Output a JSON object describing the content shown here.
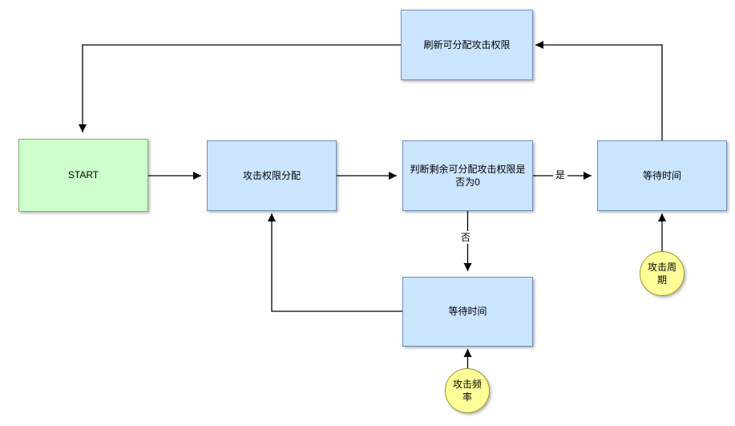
{
  "diagram": {
    "title": "attack-permission-allocation-flowchart",
    "nodes": {
      "refresh": {
        "label": "刷新可分配攻击权限"
      },
      "start": {
        "label": "START"
      },
      "allocate": {
        "label": "攻击权限分配"
      },
      "decision": {
        "label": "判断剩余可分配攻击权限是否为0"
      },
      "wait_right": {
        "label": "等待时间"
      },
      "wait_bottom": {
        "label": "等待时间"
      },
      "attack_cycle": {
        "label": "攻击周期"
      },
      "attack_frequency": {
        "label": "攻击频率"
      }
    },
    "edge_labels": {
      "yes": "是",
      "no": "否"
    },
    "colors": {
      "process_fill": "#cce5ff",
      "process_border": "#6c8ebf",
      "start_fill": "#ccffcc",
      "start_border": "#82b366",
      "param_fill": "#ffff99",
      "param_border": "#999933",
      "arrow": "#000000"
    }
  }
}
